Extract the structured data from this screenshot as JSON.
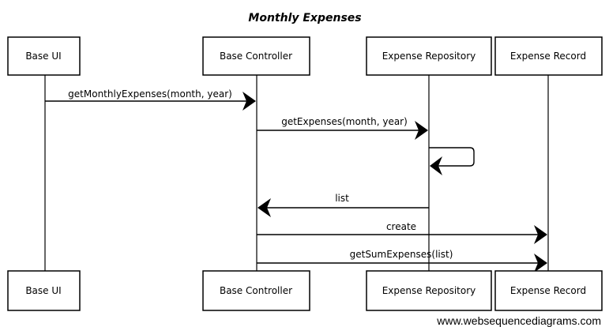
{
  "diagram": {
    "title": "Monthly Expenses",
    "participants": [
      {
        "id": "ui",
        "label": "Base UI"
      },
      {
        "id": "controller",
        "label": "Base Controller"
      },
      {
        "id": "repo",
        "label": "Expense Repository"
      },
      {
        "id": "record",
        "label": "Expense Record"
      }
    ],
    "messages": [
      {
        "from": "ui",
        "to": "controller",
        "label": "getMonthlyExpenses(month, year)"
      },
      {
        "from": "controller",
        "to": "repo",
        "label": "getExpenses(month, year)"
      },
      {
        "from": "repo",
        "to": "repo",
        "label": ""
      },
      {
        "from": "repo",
        "to": "controller",
        "label": "list"
      },
      {
        "from": "controller",
        "to": "record",
        "label": "create"
      },
      {
        "from": "controller",
        "to": "record",
        "label": "getSumExpenses(list)"
      }
    ],
    "watermark": "www.websequencediagrams.com"
  }
}
